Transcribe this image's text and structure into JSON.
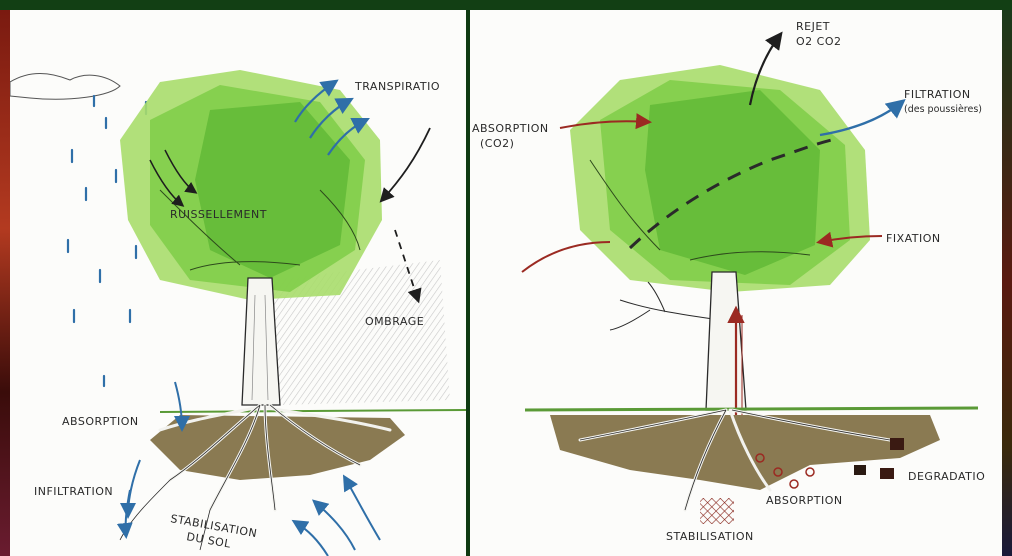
{
  "left_panel": {
    "labels": {
      "transpiration": "TRANSPIRATIO",
      "ruissellement": "RUISSELLEMENT",
      "ombrage": "OMBRAGE",
      "absorption": "ABSORPTION",
      "infiltration": "INFILTRATION",
      "stabilisation_line1": "STABILISATION",
      "stabilisation_line2": "DU SOL"
    }
  },
  "right_panel": {
    "labels": {
      "rejet_line1": "REJET",
      "rejet_line2": "O2 CO2",
      "filtration_line1": "FILTRATION",
      "filtration_line2": "(des poussières)",
      "absorption_line1": "ABSORPTION",
      "absorption_line2": "(CO2)",
      "fixation": "FIXATION",
      "degradation": "DEGRADATIO",
      "absorption_bottom": "ABSORPTION",
      "stabilisation": "STABILISATION"
    }
  },
  "colors": {
    "foliage_light": "#9bd65a",
    "foliage_mid": "#6cc13a",
    "foliage_dark": "#4caf2e",
    "soil": "#8a7a52",
    "water_arrow": "#2f6fa8",
    "carbon_arrow": "#9b2a22",
    "ink": "#1e1e1e"
  }
}
